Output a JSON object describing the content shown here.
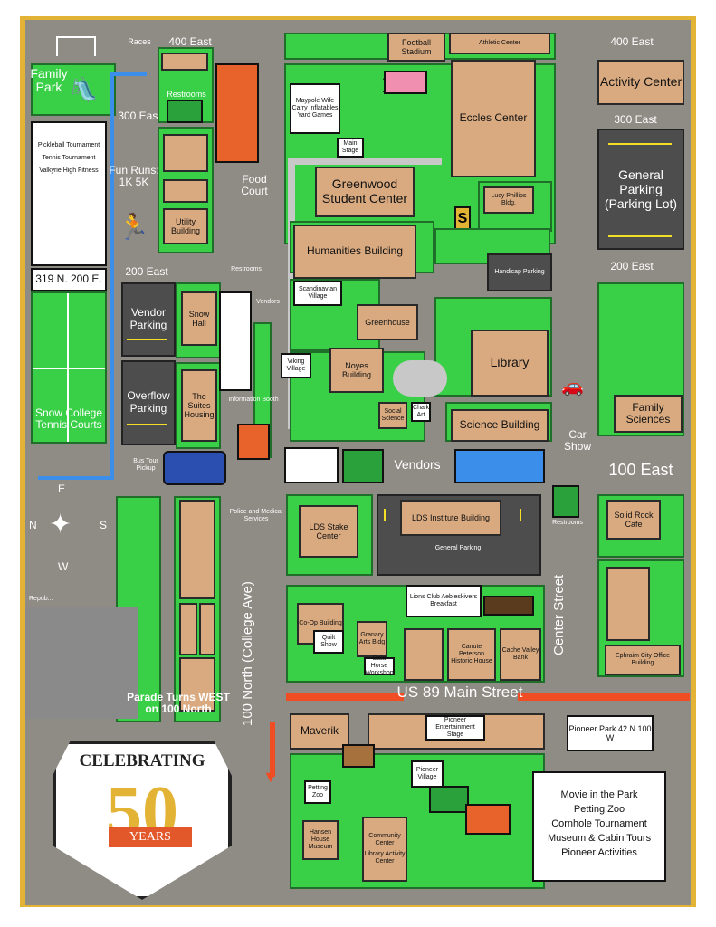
{
  "streets": {
    "e400_left": "400 East",
    "e400_right": "400 East",
    "e300_left": "300 East",
    "e300_right": "300 East",
    "e200_left": "200 East",
    "e200_right": "200 East",
    "e100": "100 East",
    "n100_college": "100 North (College Ave)",
    "us89": "US 89 Main Street",
    "center_street": "Center Street"
  },
  "compass": {
    "n": "N",
    "s": "S",
    "e": "E",
    "w": "W"
  },
  "parade_note": "Parade Turns WEST on 100 North",
  "west_side": {
    "races": "Races",
    "family_park": "Family Park",
    "tournaments": [
      "Pickleball Tournament",
      "Tennis Tournament",
      "Valkyrie High Fitness"
    ],
    "address": "319 N. 200 E.",
    "tennis_courts": "Snow College Tennis Courts",
    "fun_runs": "Fun Runs: 1K 5K",
    "cut_text": "Repub...",
    "vendor_parking": "Vendor Parking",
    "overflow_parking": "Overflow Parking",
    "bus_tour": "Bus Tour Pickup",
    "police": "Police and Medical Services"
  },
  "campus": {
    "restrooms_top": "Restrooms",
    "food_court": "Food Court",
    "utility": "Utility Building",
    "restrooms_mid": "Restrooms",
    "vendors_side": "Vendors",
    "snow_hall": "Snow Hall",
    "suites": "The Suites Housing",
    "info_booth": "Information Booth",
    "football": "Football Stadium",
    "athletic": "Athletic Center",
    "maypole": "Maypole Wife Carry Inflatables Yard Games",
    "main_stage": "Main Stage",
    "eccles": "Eccles Center",
    "greenwood": "Greenwood Student Center",
    "lucy": "Lucy Phillips Bldg.",
    "humanities": "Humanities Building",
    "handicap": "Handicap Parking",
    "scandinavian": "Scandinavian Village",
    "greenhouse": "Greenhouse",
    "library": "Library",
    "viking": "Viking Village",
    "noyes": "Noyes Building",
    "social": "Social Science",
    "chalk": "Chalk Art",
    "science": "Science Building",
    "vendors_big": "Vendors",
    "activity": "Activity Center",
    "general_parking_lot": "General Parking (Parking Lot)",
    "family_sciences": "Family Sciences",
    "car_show": "Car Show",
    "s_letter": "S"
  },
  "downtown": {
    "lds_stake": "LDS Stake Center",
    "lds_institute": "LDS Institute Building",
    "general_parking": "General Parking",
    "restrooms": "Restrooms",
    "solid_rock": "Solid Rock Cafe",
    "lions": "Lions Club Aebleskivers Breakfast",
    "coop": "Co-Op Building",
    "quilt": "Quilt Show",
    "granary": "Granary Arts Bldg",
    "dala": "Dala Horse Workshop",
    "canute": "Canute Peterson Historic House",
    "cache": "Cache Valley Bank",
    "ephraim": "Ephraim City Office Building"
  },
  "south": {
    "maverik": "Maverik",
    "pioneer_stage": "Pioneer Entertainment Stage",
    "pioneer_park": "Pioneer Park 42 N 100 W",
    "pioneer_village": "Pioneer Village",
    "petting_zoo": "Petting Zoo",
    "hansen": "Hansen House Museum",
    "community": "Community Center",
    "library_activity": "Library Activity Center",
    "activities": [
      "Movie in the Park",
      "Petting Zoo",
      "Cornhole Tournament",
      "Museum & Cabin Tours",
      "Pioneer Activities"
    ]
  },
  "badge": {
    "top": "CELEBRATING",
    "number": "50",
    "ribbon": "YEARS"
  },
  "colors": {
    "grass": "#39d048",
    "building": "#d9aa80",
    "road": "#8f8b85",
    "border_gold": "#e3b335",
    "parade_route": "#f04d24"
  },
  "icons": [
    "compass-rose-icon",
    "viking-mascot-icon",
    "tent-icon",
    "swing-icon",
    "food-truck-icon",
    "bus-icon",
    "portable-toilet-icon",
    "vendor-tent-icon",
    "car-icon",
    "arrow-down-icon"
  ]
}
